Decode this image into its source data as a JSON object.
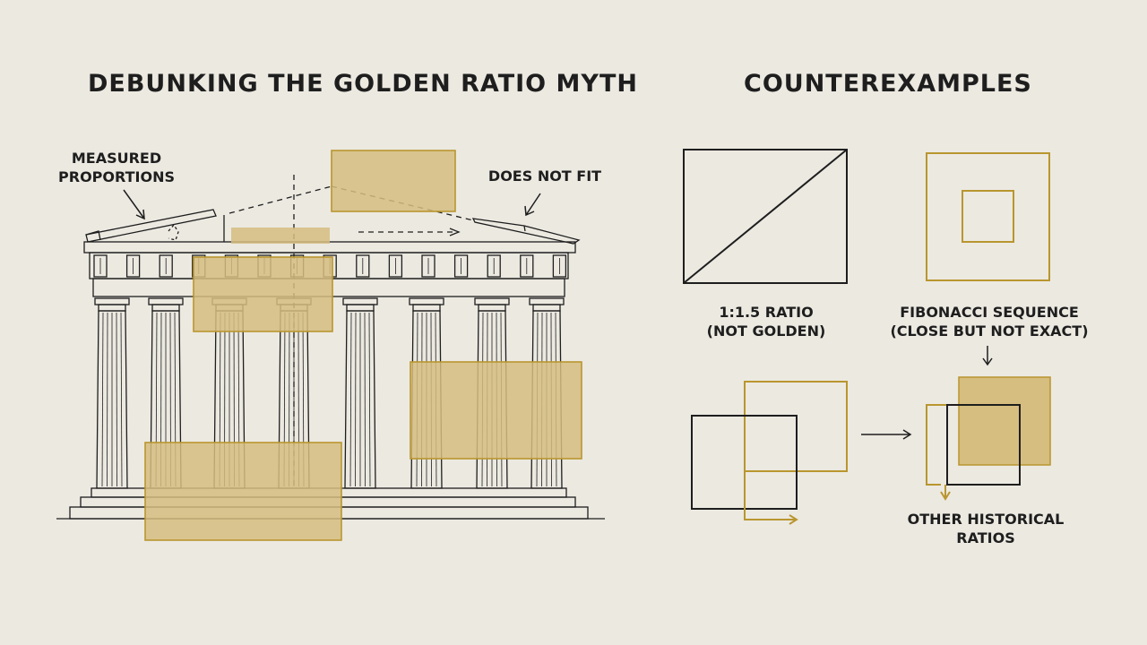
{
  "left_title": "DEBUNKING THE GOLDEN RATIO MYTH",
  "right_title": "COUNTEREXAMPLES",
  "annotations": {
    "measured_line1": "MEASURED",
    "measured_line2": "PROPORTIONS",
    "does_not_fit": "DOES NOT FIT"
  },
  "counterexamples": {
    "ratio_line1": "1:1.5 RATIO",
    "ratio_line2": "(NOT GOLDEN)",
    "fibonacci_line1": "FIBONACCI SEQUENCE",
    "fibonacci_line2": "(CLOSE BUT NOT EXACT)",
    "historical_line1": "OTHER HISTORICAL",
    "historical_line2": "RATIOS"
  },
  "colors": {
    "background": "#ece9e1",
    "ink": "#1e1e1e",
    "gold_fill": "#d6bd80",
    "gold_stroke": "#b9962f"
  }
}
